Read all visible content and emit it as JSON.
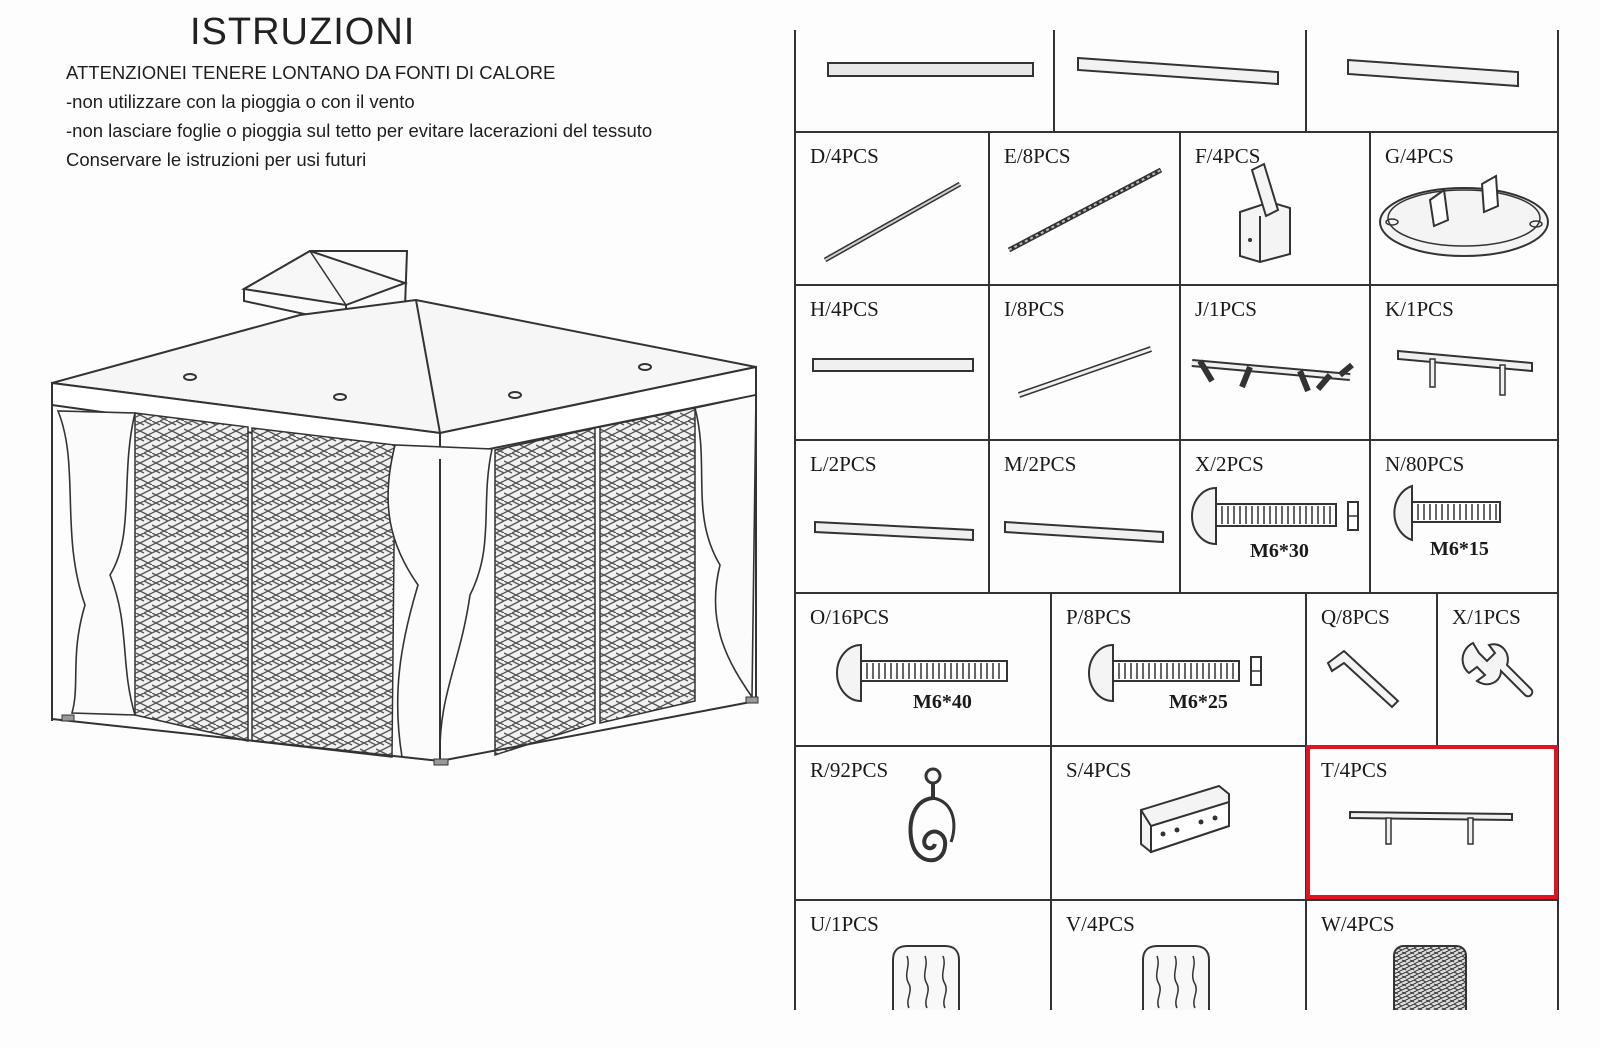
{
  "instructions": {
    "title": "ISTRUZIONI",
    "lines": [
      "ATTENZIONEI  TENERE LONTANO DA FONTI DI CALORE",
      "-non utilizzare con la pioggia o con il vento",
      "-non lasciare foglie o pioggia sul tetto per evitare lacerazioni del tessuto",
      "Conservare le istruzioni per usi futuri"
    ]
  },
  "parts": {
    "D": {
      "label": "D/4PCS",
      "icon": "long-pole-icon"
    },
    "E": {
      "label": "E/8PCS",
      "icon": "thin-rod-icon"
    },
    "F": {
      "label": "F/4PCS",
      "icon": "post-connector-icon"
    },
    "G": {
      "label": "G/4PCS",
      "icon": "base-plate-icon"
    },
    "H": {
      "label": "H/4PCS",
      "icon": "beam-icon"
    },
    "I": {
      "label": "I/8PCS",
      "icon": "rod-icon"
    },
    "J": {
      "label": "J/1PCS",
      "icon": "roof-connector-icon"
    },
    "K": {
      "label": "K/1PCS",
      "icon": "curtain-rail-icon"
    },
    "L": {
      "label": "L/2PCS",
      "icon": "side-beam-icon"
    },
    "M": {
      "label": "M/2PCS",
      "icon": "side-beam-icon"
    },
    "X2": {
      "label": "X/2PCS",
      "size": "M6*30",
      "icon": "bolt-with-nut-icon"
    },
    "N": {
      "label": "N/80PCS",
      "size": "M6*15",
      "icon": "bolt-icon"
    },
    "O": {
      "label": "O/16PCS",
      "size": "M6*40",
      "icon": "bolt-icon"
    },
    "P": {
      "label": "P/8PCS",
      "size": "M6*25",
      "icon": "bolt-with-nut-icon"
    },
    "Q": {
      "label": "Q/8PCS",
      "icon": "allen-key-icon"
    },
    "X1": {
      "label": "X/1PCS",
      "icon": "wrench-icon"
    },
    "R": {
      "label": "R/92PCS",
      "icon": "hook-icon"
    },
    "S": {
      "label": "S/4PCS",
      "icon": "bracket-icon"
    },
    "T": {
      "label": "T/4PCS",
      "icon": "curtain-rail-icon"
    },
    "U": {
      "label": "U/1PCS",
      "icon": "curtain-panel-icon"
    },
    "V": {
      "label": "V/4PCS",
      "icon": "curtain-panel-icon"
    },
    "W": {
      "label": "W/4PCS",
      "icon": "wicker-panel-icon"
    }
  },
  "highlight": {
    "part": "T",
    "color": "#e0141e"
  }
}
